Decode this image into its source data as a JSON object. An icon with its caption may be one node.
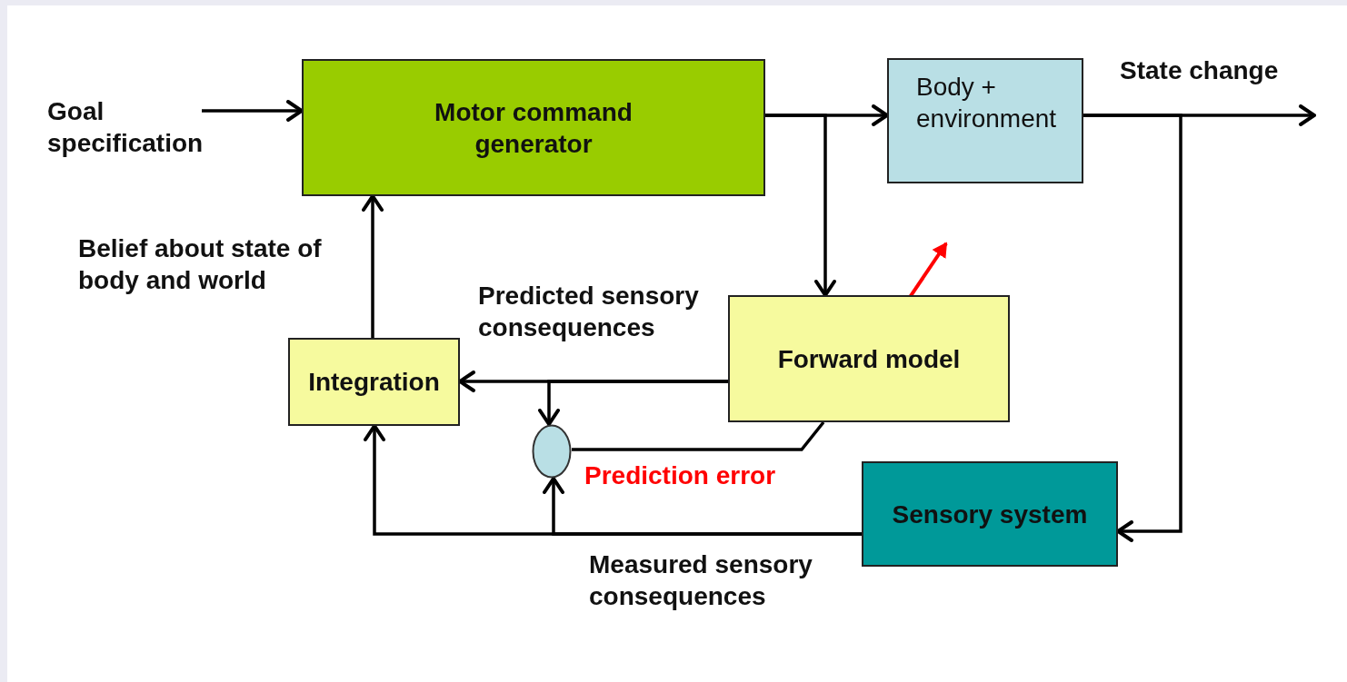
{
  "diagram": {
    "nodes": [
      {
        "text": [
          "Goal specification"
        ]
      },
      {
        "text": [
          "Motor command generator"
        ]
      },
      {
        "text": [
          "Body + environment"
        ]
      },
      {
        "text": [
          "Forward model"
        ]
      },
      {
        "text": [
          "Integration"
        ]
      },
      {
        "text": [],
        "shape": "circle"
      },
      {
        "text": [
          "Sensory system"
        ]
      }
    ],
    "edges": [
      {
        "from": 0,
        "to": 1,
        "arrow": "to"
      },
      {
        "from": 1,
        "to": 2,
        "arrow": "to"
      },
      {
        "from": 1,
        "to": 3,
        "arrow": "to"
      },
      {
        "from": 2,
        "to": null,
        "arrow": "to",
        "label": "State change"
      },
      {
        "from": 2,
        "to": 6,
        "arrow": "to"
      },
      {
        "from": 3,
        "to": 4,
        "arrow": "to",
        "label": "Predicted sensory consequences"
      },
      {
        "from": 3,
        "to": 5,
        "arrow": "to"
      },
      {
        "from": 4,
        "to": 1,
        "arrow": "to",
        "label": "Belief about state of body and world"
      },
      {
        "from": 6,
        "to": 4,
        "arrow": "to",
        "label": "Measured sensory consequences"
      },
      {
        "from": 6,
        "to": 5,
        "arrow": "to"
      },
      {
        "from": 5,
        "to": 3,
        "arrow": "none"
      }
    ],
    "labels": [
      "Prediction error"
    ]
  }
}
